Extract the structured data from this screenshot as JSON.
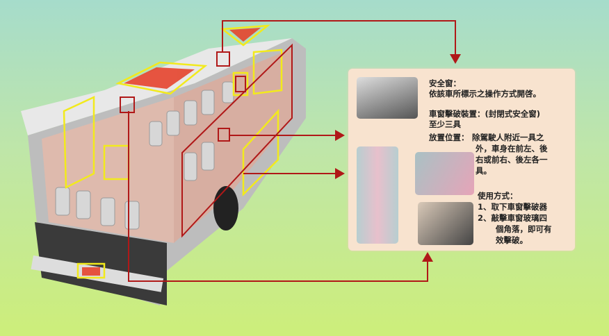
{
  "safety_window": {
    "title": "安全窗：",
    "desc": "依該車所標示之操作方式開啓。"
  },
  "window_breaker": {
    "title": "車窗擊破裝置：(封閉式安全窗)",
    "count": "至少三具"
  },
  "placement": {
    "label": "放置位置：",
    "lines": [
      "除駕駛人附近一具之",
      "外，車身在前左、後",
      "右或前右、後左各一",
      "具。"
    ]
  },
  "usage": {
    "title": "使用方式：",
    "steps": [
      "1、取下車窗擊破器",
      "2、敲擊車窗玻璃四",
      "個角落，即可有",
      "效擊破。"
    ]
  },
  "colors": {
    "arrow": "#b01818",
    "highlight_yellow": "#f2ea1c",
    "panel": "#f8e3cf"
  }
}
